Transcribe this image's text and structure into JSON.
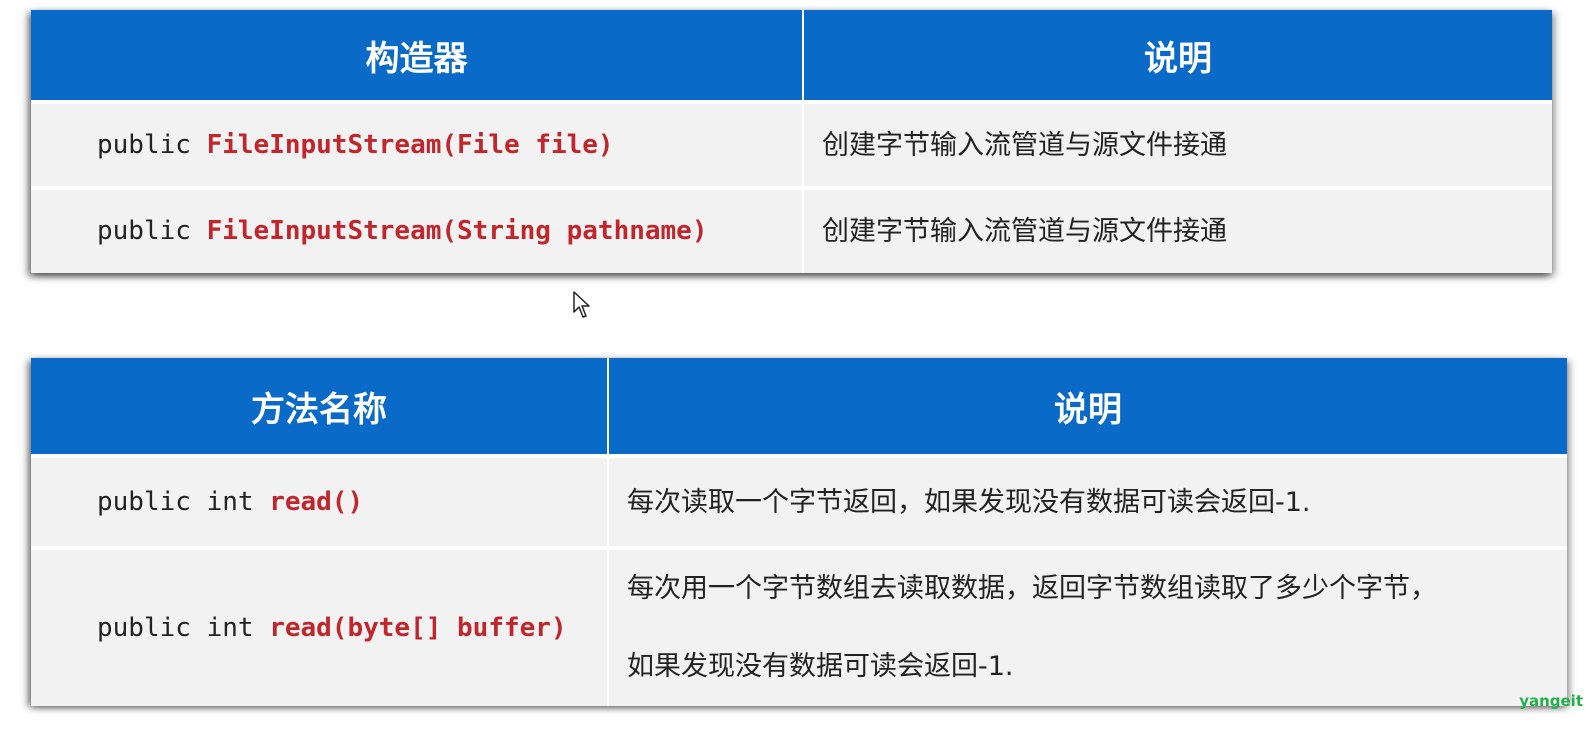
{
  "constructors_table": {
    "headers": [
      "构造器",
      "说明"
    ],
    "rows": [
      {
        "prefix": "public ",
        "signature": "FileInputStream(File file)",
        "description": "创建字节输入流管道与源文件接通"
      },
      {
        "prefix": "public ",
        "signature": "FileInputStream(String pathname)",
        "description": "创建字节输入流管道与源文件接通"
      }
    ]
  },
  "methods_table": {
    "headers": [
      "方法名称",
      "说明"
    ],
    "rows": [
      {
        "prefix": "public int ",
        "signature": "read()",
        "description": "每次读取一个字节返回，如果发现没有数据可读会返回-1."
      },
      {
        "prefix": "public int ",
        "signature": "read(byte[] buffer)",
        "description_lines": [
          "每次用一个字节数组去读取数据，返回字节数组读取了多少个字节，",
          "如果发现没有数据可读会返回-1."
        ]
      }
    ]
  },
  "watermark": "yangeit",
  "colors": {
    "header_bg": "#0a6ac8",
    "method_name": "#c0262b",
    "watermark": "#22b04a"
  }
}
